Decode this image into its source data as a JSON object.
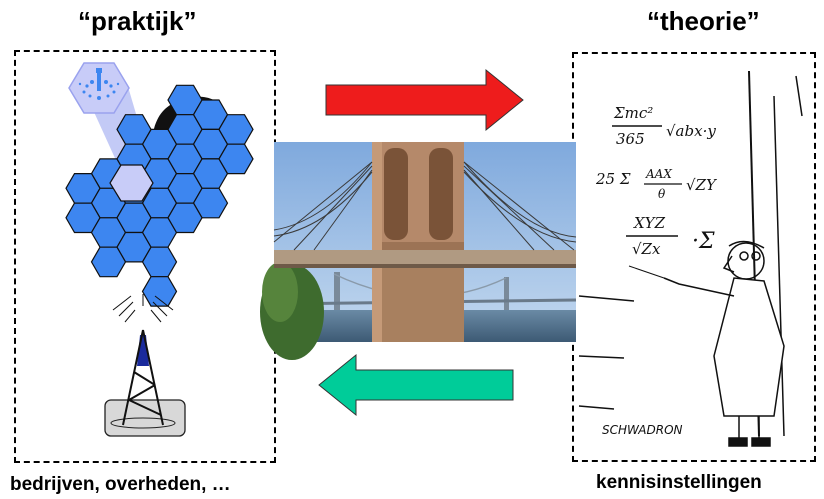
{
  "left": {
    "title": "“praktijk”",
    "caption": "bedrijven, overheden, …"
  },
  "right": {
    "title": "“theorie”",
    "caption": "kennisinstellingen"
  },
  "arrows": {
    "top_color": "#ee1c1c",
    "bottom_color": "#00cc99"
  },
  "hex_color": "#3d86f0",
  "cartoon": {
    "formulas": [
      "Σmc²",
      "365",
      "√abx·y",
      "25 Σ",
      "AAX",
      "θ",
      "√ZY",
      "XYZ",
      "√Zx",
      "·Σ"
    ],
    "signature": "SCHWADRON"
  }
}
